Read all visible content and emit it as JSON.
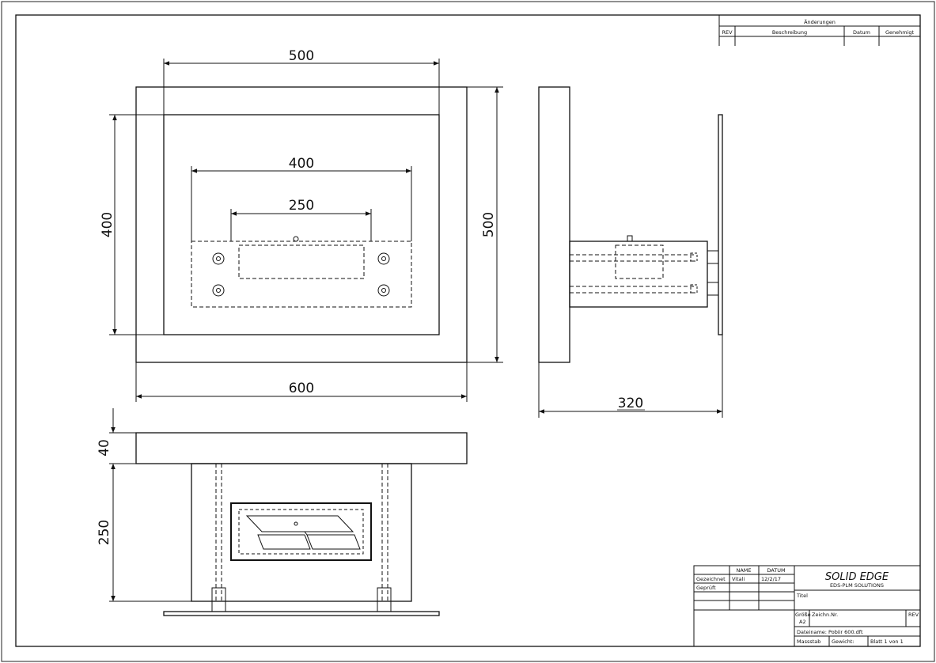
{
  "revision_table": {
    "header": "Änderungen",
    "columns": [
      "REV",
      "Beschreibung",
      "Datum",
      "Genehmigt"
    ]
  },
  "dimensions": {
    "front_outer_width": "500",
    "front_inner_width_400": "400",
    "front_burner_width": "250",
    "front_height_inner": "400",
    "front_height_outer": "500",
    "front_total_width": "600",
    "side_depth": "320",
    "bottom_top_thickness": "40",
    "bottom_height": "250"
  },
  "title_block": {
    "col_name": "NAME",
    "col_date": "DATUM",
    "row_drawn_label": "Gezeichnet",
    "row_drawn_name": "Vitali",
    "row_drawn_date": "12/2/17",
    "row_checked_label": "Geprüft",
    "logo_title": "SOLID EDGE",
    "logo_subtitle": "EDS-PLM SOLUTIONS",
    "title_label": "Titel",
    "size_label": "Größe",
    "size_value": "A2",
    "drawing_no_label": "Zeichn.Nr.",
    "rev_label": "REV",
    "filename": "Dateiname: Pobiir 600.dft",
    "scale_label": "Massstab",
    "weight_label": "Gewicht:",
    "sheet_label": "Blatt 1 von 1"
  }
}
